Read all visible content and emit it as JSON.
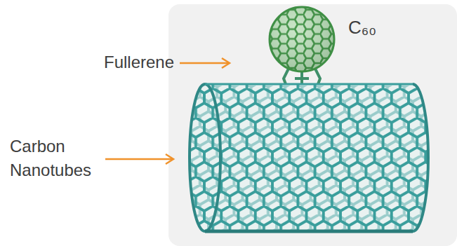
{
  "diagram": {
    "labels": [
      "Fullerene",
      "Carbon Nanotubes",
      "C₆₀"
    ]
  }
}
